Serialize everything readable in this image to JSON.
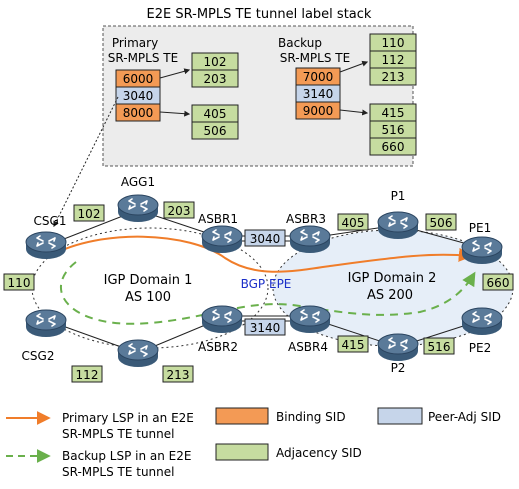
{
  "diagram": {
    "title": "E2E SR-MPLS TE tunnel label stack",
    "primary_stack": {
      "label_line1": "Primary",
      "label_line2": "SR-MPLS TE",
      "main": [
        "6000",
        "3040",
        "8000"
      ],
      "branch_top": [
        "102",
        "203"
      ],
      "branch_bottom": [
        "405",
        "506"
      ]
    },
    "backup_stack": {
      "label_line1": "Backup",
      "label_line2": "SR-MPLS TE",
      "top": [
        "110",
        "112",
        "213"
      ],
      "main": [
        "7000",
        "3140",
        "9000"
      ],
      "branch_bottom": [
        "415",
        "516",
        "660"
      ]
    },
    "nodes": {
      "agg1": "AGG1",
      "csg1": "CSG1",
      "csg2": "CSG2",
      "asbr1": "ASBR1",
      "asbr2": "ASBR2",
      "asbr3": "ASBR3",
      "asbr4": "ASBR4",
      "p1": "P1",
      "p2": "P2",
      "pe1": "PE1",
      "pe2": "PE2"
    },
    "link_labels": {
      "csg1_agg1": "102",
      "agg1_asbr1": "203",
      "csg1_ext": "110",
      "csg2_bottom": "112",
      "bottom_asbr2": "213",
      "asbr1_asbr3": "3040",
      "asbr2_asbr4": "3140",
      "asbr3_p1": "405",
      "p1_pe1": "506",
      "asbr4_p2": "415",
      "p2_pe2": "516",
      "pe1_ext": "660"
    },
    "domains": {
      "d1_line1": "IGP Domain 1",
      "d1_line2": "AS 100",
      "d2_line1": "IGP Domain 2",
      "d2_line2": "AS 200",
      "bgp": "BGP EPE"
    },
    "legend": {
      "primary_line1": "Primary LSP in an E2E",
      "primary_line2": "SR-MPLS TE tunnel",
      "backup_line1": "Backup LSP in an E2E",
      "backup_line2": "SR-MPLS TE tunnel",
      "binding": "Binding SID",
      "peer_adj": "Peer-Adj SID",
      "adjacency": "Adjacency SID"
    },
    "colors": {
      "binding": "#f39a55",
      "adjacency": "#c6dca0",
      "peer_adj": "#c6d5ea",
      "primary_lsp": "#f07d2a",
      "backup_lsp": "#6ab04c",
      "bgp_text": "#1a2ec8",
      "domain2_fill": "#e6eef8"
    }
  }
}
